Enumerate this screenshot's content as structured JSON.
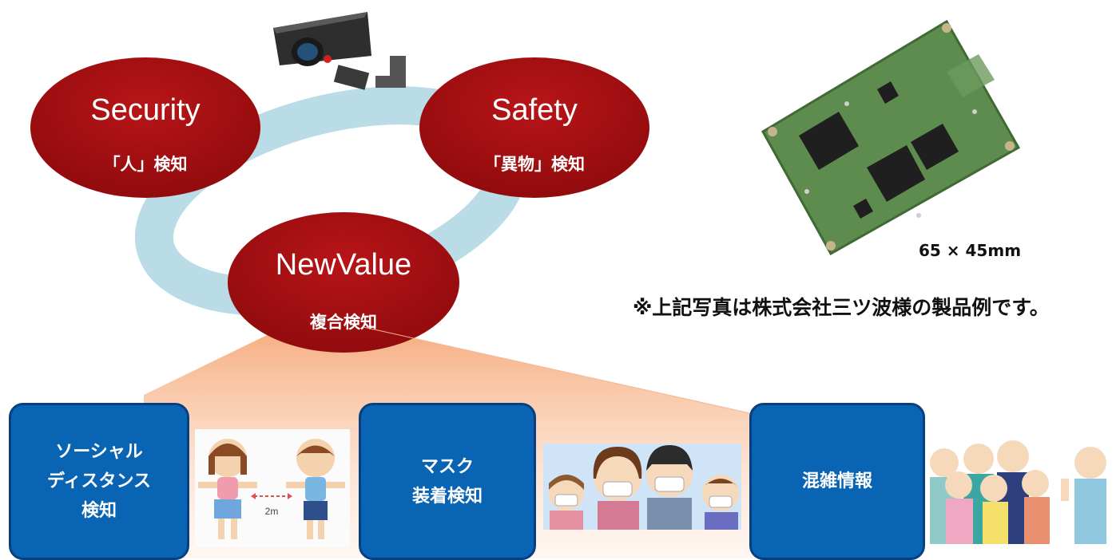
{
  "concepts": [
    {
      "title": "Security",
      "subtitle": "「人」検知"
    },
    {
      "title": "Safety",
      "subtitle": "「異物」検知"
    },
    {
      "title": "NewValue",
      "subtitle": "複合検知"
    }
  ],
  "board": {
    "size_label": "65 × 45mm"
  },
  "note": "※上記写真は株式会社三ツ波様の製品例です。",
  "features": [
    {
      "label": "ソーシャル\nディスタンス\n検知",
      "illustration": "children-distance-illustration",
      "distance_label": "2m"
    },
    {
      "label": "マスク\n装着検知",
      "illustration": "masked-family-illustration"
    },
    {
      "label": "混雑情報",
      "illustration": "crowd-illustration"
    }
  ],
  "colors": {
    "ellipse": "#a50a10",
    "ring": "#b9dce6",
    "feature_box": "#0a64b4",
    "fan": "#f6a878"
  }
}
